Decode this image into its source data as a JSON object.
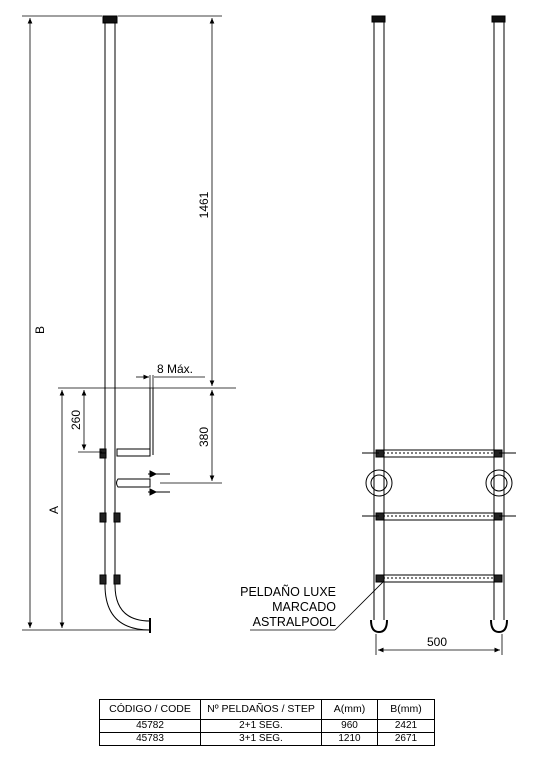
{
  "dimensions": {
    "b_label": "B",
    "a_label": "A",
    "top_section": "1461",
    "step_gap": "380",
    "first_step": "260",
    "wall_gap": "8 Máx.",
    "width": "500"
  },
  "callout": {
    "line1": "PELDAÑO LUXE",
    "line2": "MARCADO",
    "line3": "ASTRALPOOL"
  },
  "table": {
    "headers": [
      "CÓDIGO / CODE",
      "Nº PELDAÑOS / STEP",
      "A(mm)",
      "B(mm)"
    ],
    "rows": [
      [
        "45782",
        "2+1 SEG.",
        "960",
        "2421"
      ],
      [
        "45783",
        "3+1 SEG.",
        "1210",
        "2671"
      ]
    ]
  }
}
